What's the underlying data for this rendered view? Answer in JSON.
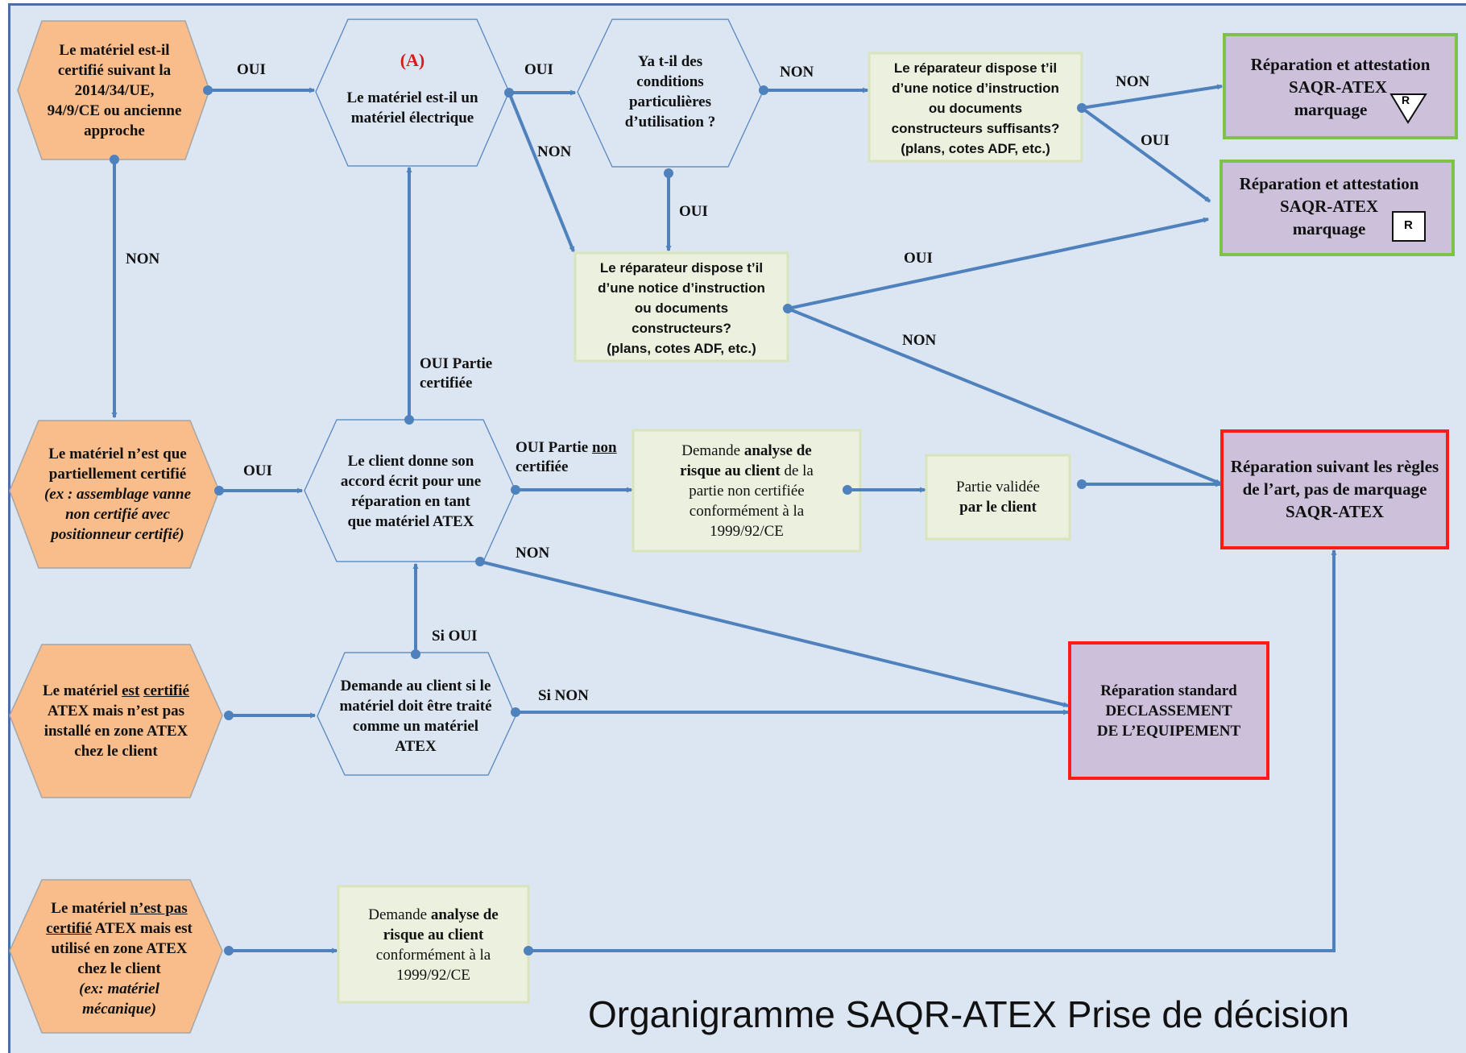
{
  "title": "Organigramme SAQR-ATEX Prise de décision",
  "nodes": {
    "n1": "Le matériel est-il certifié suivant la 2014/34/UE, 94/9/CE ou ancienne approche",
    "n2_tag": "(A)",
    "n2": "Le matériel est-il un matériel électrique",
    "n3": "Ya t-il des conditions particulières d’utilisation ?",
    "n4": [
      "Le réparateur dispose t’il",
      "d’une notice d’instruction",
      "ou documents",
      "constructeurs suffisants?",
      "(plans, cotes ADF, etc.)"
    ],
    "n5": [
      "Le réparateur dispose t’il",
      "d’une notice d’instruction",
      "ou documents",
      "constructeurs?",
      "(plans, cotes ADF, etc.)"
    ],
    "r1": [
      "Réparation et attestation",
      "SAQR-ATEX",
      "marquage"
    ],
    "r2": [
      "Réparation et attestation",
      "SAQR-ATEX",
      "marquage"
    ],
    "r3": "Réparation suivant les règles de l’art, pas de marquage SAQR-ATEX",
    "n6": {
      "main": "Le matériel n’est que partiellement certifié",
      "example": "(ex : assemblage vanne non certifié avec positionneur certifié)"
    },
    "n7": "Le client donne son accord écrit pour une réparation en tant que matériel ATEX",
    "n8": {
      "line1a": "Demande ",
      "line1b": "analyse de",
      "line2a": "risque au client",
      "line2b": " de la",
      "rest": "partie non certifiée conformément à la 1999/92/CE"
    },
    "n9": {
      "line1": "Partie validée",
      "line2": "par le client"
    },
    "n10": {
      "a": "Le matériel ",
      "b": "est",
      "c": "certifié",
      "d": " ATEX mais n’est pas installé en zone ATEX  chez le client"
    },
    "n11": "Demande au client si le matériel doit être traité comme un matériel ATEX",
    "r4": [
      "Réparation standard",
      "DECLASSEMENT",
      "DE L’EQUIPEMENT"
    ],
    "n12": {
      "a": "Le matériel ",
      "b": "n’est pas",
      "c": "certifié",
      "d": " ATEX mais est utilisé en zone ATEX chez le client",
      "example": "(ex: matériel mécanique)"
    },
    "n13": {
      "line1a": "Demande ",
      "line1b": "analyse de",
      "line2": "risque au client",
      "rest": "conformément à la 1999/92/CE"
    }
  },
  "symbols": {
    "triangle_letter": "R",
    "box_letter": "R"
  },
  "edge_labels": {
    "e1": "OUI",
    "e2": "OUI",
    "e3": "NON",
    "e4": "NON",
    "e5": "OUI",
    "e6": "NON",
    "e7": "OUI",
    "e8": "OUI",
    "e9": "NON",
    "e10": "NON",
    "e11_line1": "OUI Partie",
    "e11_line2": "certifiée",
    "e12": "OUI",
    "e13_a": "OUI Partie ",
    "e13_b": "non",
    "e13_line2": "certifiée",
    "e14": "NON",
    "e15": "Si OUI",
    "e16": "Si NON"
  },
  "colors": {
    "background": "#dce6f2",
    "start_node": "#f9bd8b",
    "hexagon_fill": "#dce6f2",
    "step_box": "#ebf1de",
    "step_border": "#d7e4bc",
    "result_fill": "#ccc0da",
    "green_border": "#7dc24b",
    "red_border": "#ff1a1a",
    "arrow": "#4f81bd",
    "tag": "#d91a1a"
  }
}
